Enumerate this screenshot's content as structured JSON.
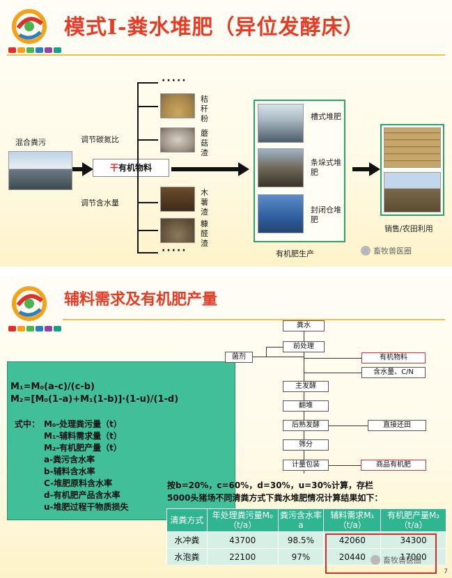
{
  "slide1": {
    "title": "模式I-粪水堆肥（异位发酵床）",
    "input_label": "混合粪污",
    "adjust_cn": "调节碳氮比",
    "adjust_water": "调节含水量",
    "center_prefix": "干",
    "center_label": "有机物料",
    "dots_top": "·····",
    "dots_bottom": "·····",
    "materials": [
      "秸秆粉",
      "蘑菇渣",
      "木薯渣",
      "糠醛渣"
    ],
    "methods": [
      "槽式堆肥",
      "条垛式堆肥",
      "封闭仓堆肥"
    ],
    "production_label": "有机肥生产",
    "output_label": "销售/农田利用"
  },
  "slide2": {
    "title": "辅料需求及有机肥产量",
    "formula1": "M₁=M₀(a-c)/(c-b)",
    "formula2": "M₂=[M₀(1-a)+M₁(1-b)]·(1-u)/(1-d)",
    "definitions_intro": "式中：",
    "definitions": [
      "M₀-处理粪污量（t）",
      "M₁-辅料需求量（t）",
      "M₂-有机肥产量（t）",
      "a-粪污含水率",
      "b-辅料含水率",
      "C-堆肥原料含水率",
      "d-有机肥产品含水率",
      "u-堆肥过程干物质损失"
    ],
    "flow": {
      "start": "粪水",
      "pre": "前处理",
      "bacteria": "菌剂",
      "organic": "有机物料",
      "water_cn": "含水量、C/N",
      "main": "主发酵",
      "turn": "翻堆",
      "post": "后熟发酵",
      "direct": "直接还田",
      "sieve": "筛分",
      "pack": "计量包装",
      "product": "商品有机肥"
    },
    "note_line1": "按b=20%，c=60%，d=30%，u=30%计算，存栏",
    "note_line2": "5000头猪场不同清粪方式下粪水堆肥情况计算结果如下：",
    "table": {
      "headers": [
        "清粪方式",
        "年处理粪污量M₀（t/a）",
        "粪污含水率a",
        "辅料需求M₁（t/a）",
        "有机肥产量M₂（t/a）"
      ],
      "rows": [
        [
          "水冲粪",
          "43700",
          "98.5%",
          "42060",
          "34300"
        ],
        [
          "水泡粪",
          "22100",
          "97%",
          "20440",
          "17000"
        ]
      ]
    },
    "watermark": "畜牧兽医圈",
    "page_number": "7"
  },
  "watermark_top": "畜牧兽医圈",
  "colors": {
    "title": "#e63b24",
    "formula_bg": "#41bf98",
    "table_header": "#2fb58f",
    "highlight": "#d52b2b",
    "frame": "#2aa36a"
  }
}
